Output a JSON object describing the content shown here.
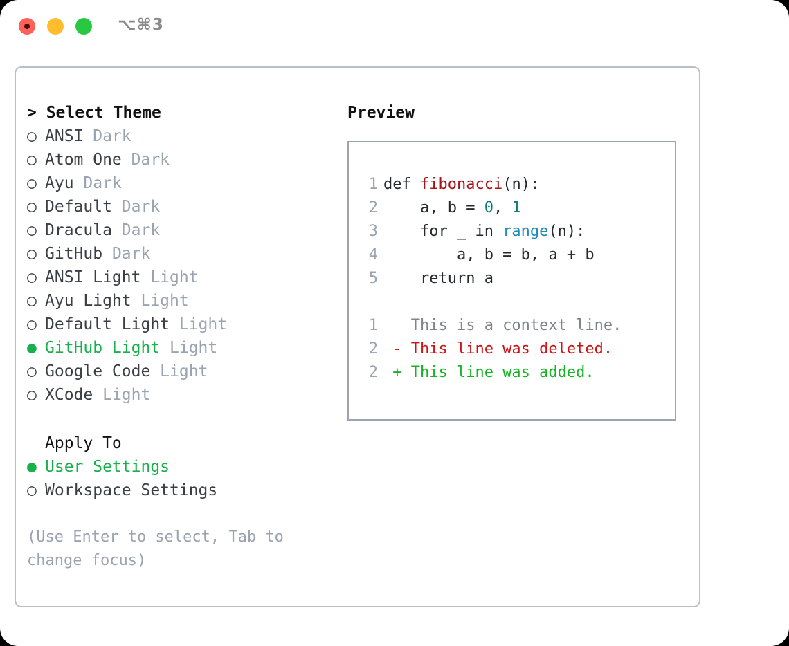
{
  "titlebar": {
    "shortcut": "⌥⌘3",
    "buttons": [
      {
        "name": "close",
        "color": "#ff6159"
      },
      {
        "name": "minimize",
        "color": "#ffbd2e"
      },
      {
        "name": "zoom",
        "color": "#28c840"
      }
    ]
  },
  "theme_picker": {
    "header": "> Select Theme",
    "marker_selected": "●",
    "marker_unselected": "○",
    "accent_color": "#18b04a",
    "variant_color": "#9aa3b0",
    "items": [
      {
        "name": "ANSI",
        "variant": "Dark",
        "selected": false
      },
      {
        "name": "Atom One",
        "variant": "Dark",
        "selected": false
      },
      {
        "name": "Ayu",
        "variant": "Dark",
        "selected": false
      },
      {
        "name": "Default",
        "variant": "Dark",
        "selected": false
      },
      {
        "name": "Dracula",
        "variant": "Dark",
        "selected": false
      },
      {
        "name": "GitHub",
        "variant": "Dark",
        "selected": false
      },
      {
        "name": "ANSI Light",
        "variant": "Light",
        "selected": false
      },
      {
        "name": "Ayu Light",
        "variant": "Light",
        "selected": false
      },
      {
        "name": "Default Light",
        "variant": "Light",
        "selected": false
      },
      {
        "name": "GitHub Light",
        "variant": "Light",
        "selected": true
      },
      {
        "name": "Google Code",
        "variant": "Light",
        "selected": false
      },
      {
        "name": "XCode",
        "variant": "Light",
        "selected": false
      }
    ]
  },
  "apply_to": {
    "header": "Apply To",
    "items": [
      {
        "name": "User Settings",
        "selected": true
      },
      {
        "name": "Workspace Settings",
        "selected": false
      }
    ]
  },
  "hint": "(Use Enter to select, Tab to change focus)",
  "preview": {
    "header": "Preview",
    "code_lines": [
      {
        "num": "1",
        "tokens": [
          {
            "text": "def ",
            "type": "plain"
          },
          {
            "text": "fibonacci",
            "type": "fn"
          },
          {
            "text": "(n):",
            "type": "plain"
          }
        ]
      },
      {
        "num": "2",
        "tokens": [
          {
            "text": "    a, b = ",
            "type": "plain"
          },
          {
            "text": "0",
            "type": "num"
          },
          {
            "text": ", ",
            "type": "plain"
          },
          {
            "text": "1",
            "type": "num"
          }
        ]
      },
      {
        "num": "3",
        "tokens": [
          {
            "text": "    for _ in ",
            "type": "plain"
          },
          {
            "text": "range",
            "type": "call"
          },
          {
            "text": "(n):",
            "type": "plain"
          }
        ]
      },
      {
        "num": "4",
        "tokens": [
          {
            "text": "        a, b = b, a + b",
            "type": "plain"
          }
        ]
      },
      {
        "num": "5",
        "tokens": [
          {
            "text": "    return a",
            "type": "plain"
          }
        ]
      }
    ],
    "diff_lines": [
      {
        "num": "1",
        "marker": " ",
        "text": "This is a context line.",
        "type": "context"
      },
      {
        "num": "2",
        "marker": "-",
        "text": "This line was deleted.",
        "type": "delete"
      },
      {
        "num": "2",
        "marker": "+",
        "text": "This line was added.",
        "type": "add"
      }
    ],
    "colors": {
      "function": "#a4161a",
      "number": "#0b7a72",
      "builtin": "#1f8dbb",
      "line_number": "#9aa5b1",
      "context": "#7d848c",
      "delete": "#cc1414",
      "add": "#13b523"
    }
  }
}
